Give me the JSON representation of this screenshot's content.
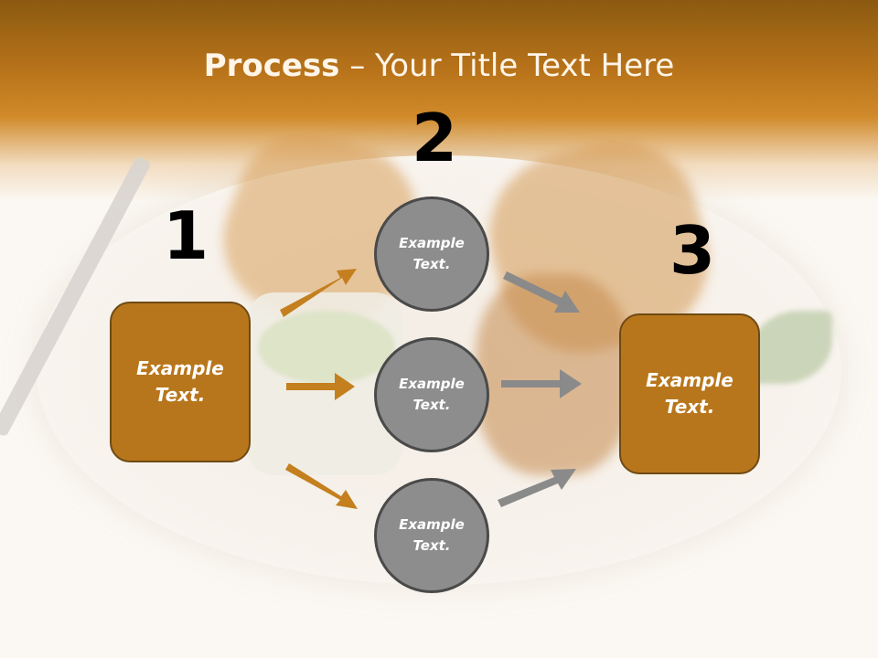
{
  "slide": {
    "title_bold": "Process",
    "title_rest": " – Your Title Text Here"
  },
  "steps": [
    {
      "number": "1",
      "label": "Example Text."
    },
    {
      "number": "2",
      "items": [
        {
          "label": "Example Text."
        },
        {
          "label": "Example Text."
        },
        {
          "label": "Example Text."
        }
      ]
    },
    {
      "number": "3",
      "label": "Example Text."
    }
  ],
  "colors": {
    "box_fill": "#b8761c",
    "circle_fill": "#8d8d8d",
    "orange_arrow": "#c47f1e",
    "gray_arrow": "#8a8a8a"
  }
}
